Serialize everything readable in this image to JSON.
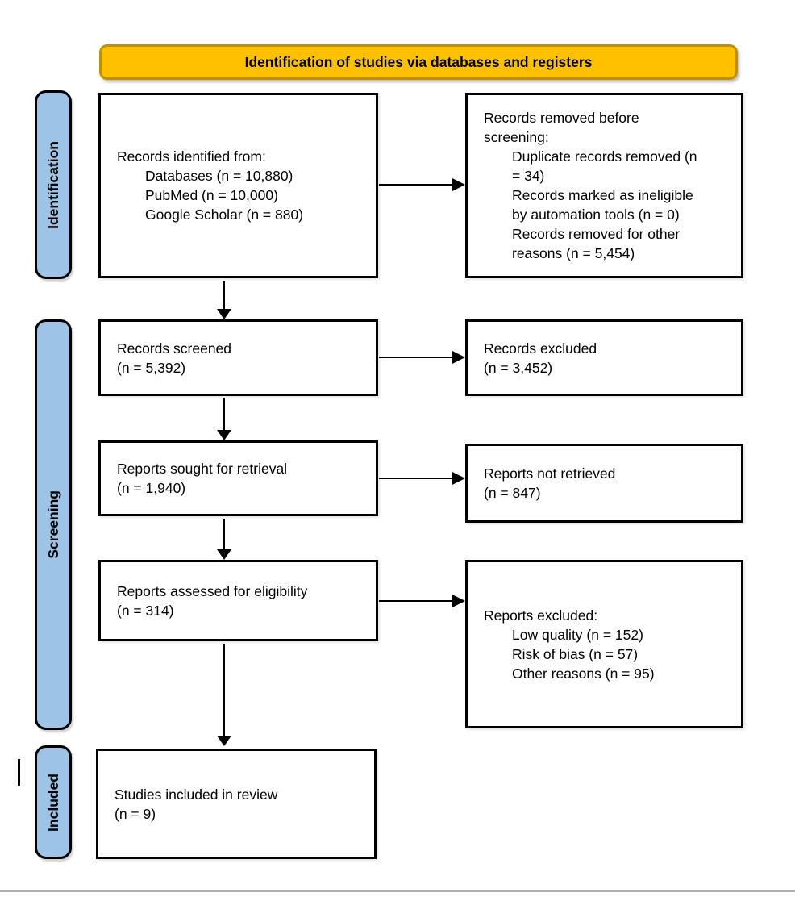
{
  "banner": {
    "title": "Identification of studies via databases and registers"
  },
  "stage_labels": {
    "identification": "Identification",
    "screening": "Screening",
    "included": "Included"
  },
  "boxes": {
    "records_identified": {
      "lines": [
        {
          "text": "Records identified from:",
          "indent": false
        },
        {
          "text": "Databases (n = 10,880)",
          "indent": true
        },
        {
          "text": "PubMed (n = 10,000)",
          "indent": true
        },
        {
          "text": "Google Scholar (n = 880)",
          "indent": true
        }
      ]
    },
    "records_removed": {
      "lines": [
        {
          "text": "Records removed before",
          "indent": false
        },
        {
          "text": "screening:",
          "indent": false
        },
        {
          "text": "Duplicate records removed (n",
          "indent": true
        },
        {
          "text": "= 34)",
          "indent": true
        },
        {
          "text": "Records marked as ineligible",
          "indent": true
        },
        {
          "text": "by automation tools (n = 0)",
          "indent": true
        },
        {
          "text": "Records removed for other",
          "indent": true
        },
        {
          "text": "reasons (n = 5,454)",
          "indent": true
        }
      ]
    },
    "records_screened": {
      "lines": [
        {
          "text": "Records screened",
          "indent": false
        },
        {
          "text": "(n = 5,392)",
          "indent": false
        }
      ]
    },
    "records_excluded": {
      "lines": [
        {
          "text": "Records excluded",
          "indent": false
        },
        {
          "text": "(n = 3,452)",
          "indent": false
        }
      ]
    },
    "reports_sought": {
      "lines": [
        {
          "text": "Reports sought for retrieval",
          "indent": false
        },
        {
          "text": "(n = 1,940)",
          "indent": false
        }
      ]
    },
    "reports_not_retrieved": {
      "lines": [
        {
          "text": "Reports not retrieved",
          "indent": false
        },
        {
          "text": "(n = 847)",
          "indent": false
        }
      ]
    },
    "reports_assessed": {
      "lines": [
        {
          "text": "Reports assessed for eligibility",
          "indent": false
        },
        {
          "text": "(n = 314)",
          "indent": false
        }
      ]
    },
    "reports_excluded": {
      "lines": [
        {
          "text": "Reports excluded:",
          "indent": false
        },
        {
          "text": "Low quality (n = 152)",
          "indent": true
        },
        {
          "text": "Risk of bias (n = 57)",
          "indent": true
        },
        {
          "text": "Other reasons (n = 95)",
          "indent": true
        }
      ]
    },
    "studies_included": {
      "lines": [
        {
          "text": "Studies included in review",
          "indent": false
        },
        {
          "text": "(n = 9)",
          "indent": false
        }
      ]
    }
  },
  "colors": {
    "banner_fill": "#FFC000",
    "banner_border": "#BF9000",
    "stage_fill": "#9DC3E6",
    "box_border": "#000000",
    "bottom_rule": "#AEAEAE"
  }
}
